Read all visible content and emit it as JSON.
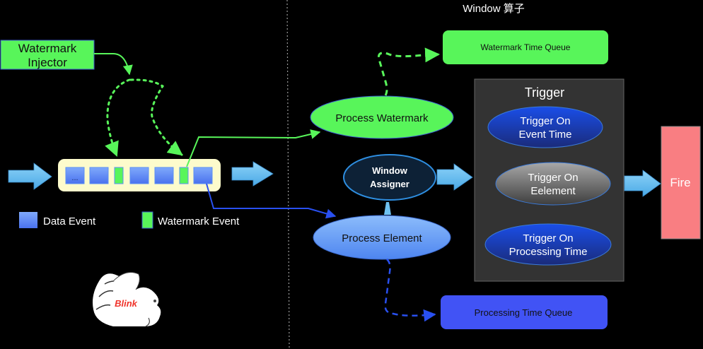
{
  "title": "Window 算子",
  "watermark_injector": {
    "label_line1": "Watermark",
    "label_line2": "Injector"
  },
  "event_queue": {
    "items": [
      {
        "type": "data",
        "label": "..."
      },
      {
        "type": "data",
        "label": ""
      },
      {
        "type": "watermark",
        "label": ""
      },
      {
        "type": "data",
        "label": ""
      },
      {
        "type": "data",
        "label": ""
      },
      {
        "type": "watermark",
        "label": ""
      },
      {
        "type": "data",
        "label": ""
      }
    ]
  },
  "legend": {
    "data_event": "Data Event",
    "watermark_event": "Watermark Event"
  },
  "logo": {
    "name": "squirrel-logo",
    "text": "Blink"
  },
  "nodes": {
    "process_watermark": "Process Watermark",
    "watermark_time_queue": "Watermark Time Queue",
    "window_assigner_line1": "Window",
    "window_assigner_line2": "Assigner",
    "process_element": "Process Element",
    "processing_time_queue": "Processing Time Queue",
    "fire": "Fire"
  },
  "trigger": {
    "title": "Trigger",
    "event_time_line1": "Trigger On",
    "event_time_line2": "Event Time",
    "element_line1": "Trigger On",
    "element_line2": "Eelement",
    "processing_time_line1": "Trigger On",
    "processing_time_line2": "Processing Time"
  },
  "colors": {
    "background": "#000000",
    "watermark_green": "#58f55a",
    "data_blue": "#5b8ff5",
    "queue_bg": "#fdfbcc",
    "arrow_blue": "#6ec1f0",
    "process_blue": "#3a5df2",
    "trigger_panel": "#333333",
    "fire_red": "#f97e82"
  }
}
